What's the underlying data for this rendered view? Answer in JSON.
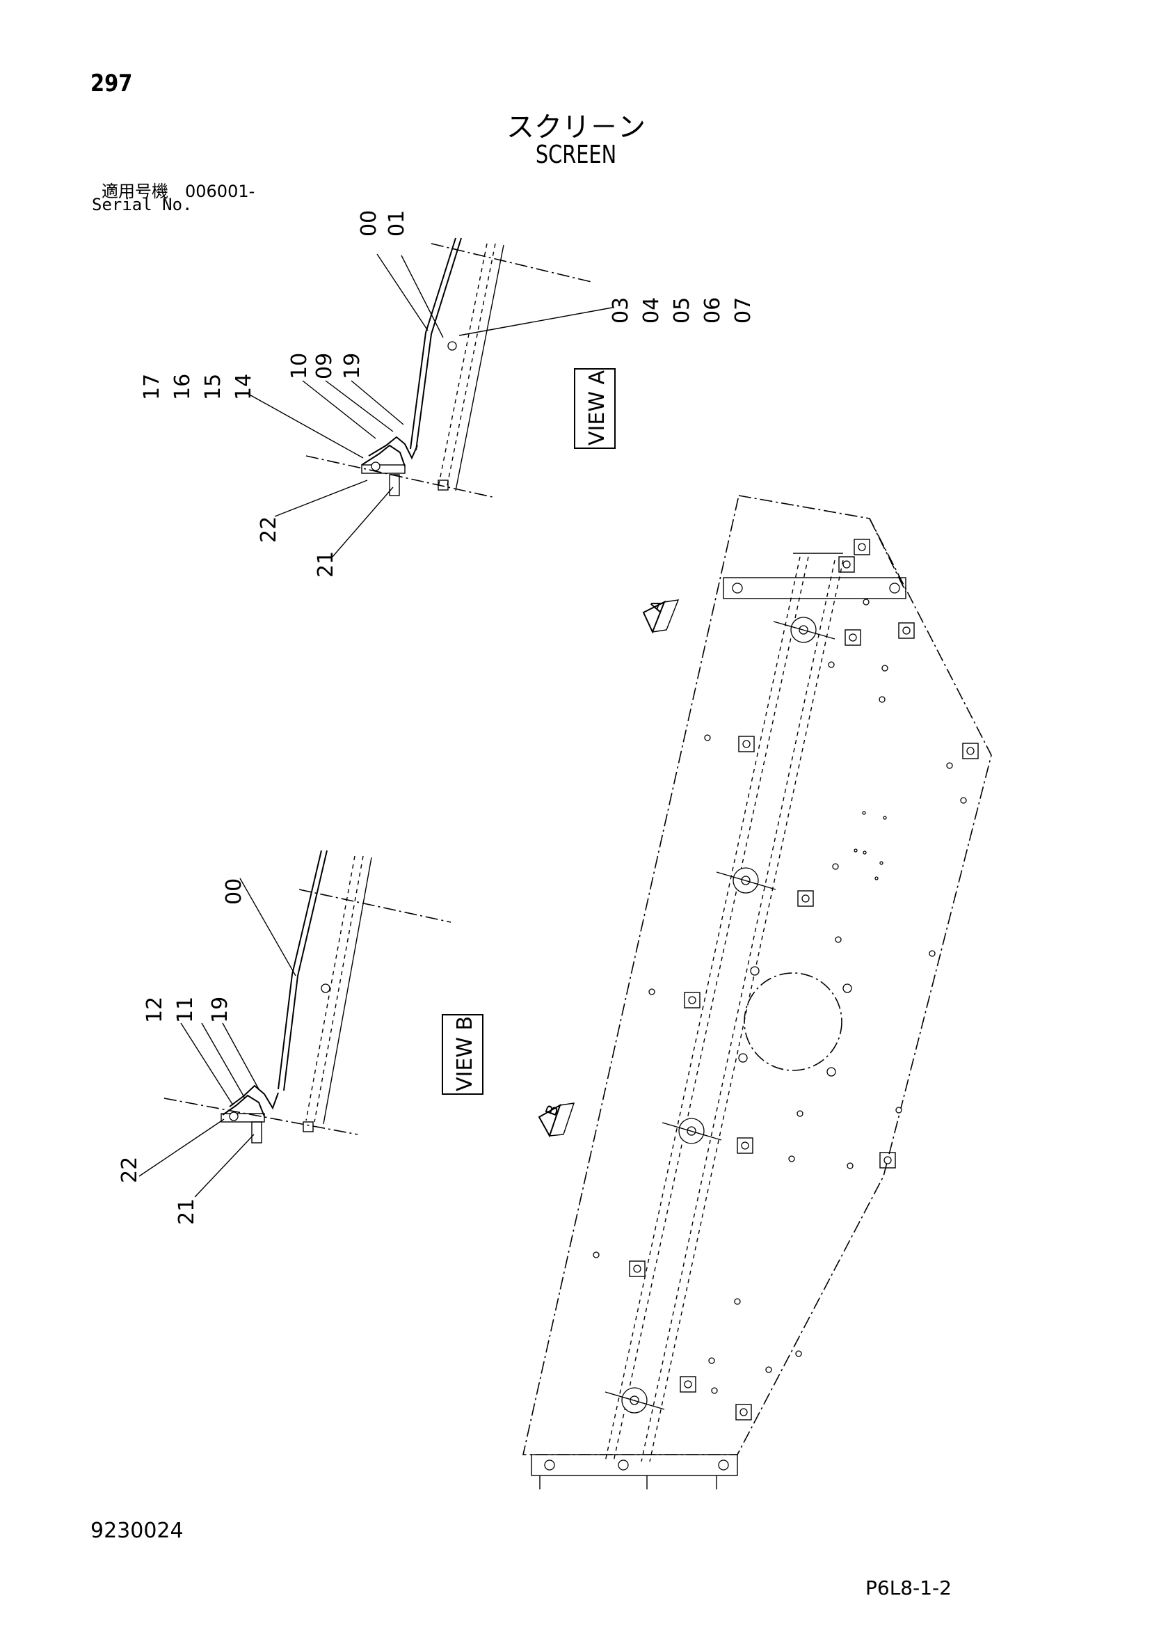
{
  "header": {
    "page_number": "297",
    "title_jp": "スクリ－ン",
    "title_en": "SCREEN",
    "serial_jp": "適用号機　006001-",
    "serial_en": "Serial No."
  },
  "footer": {
    "doc_number": "9230024",
    "page_code": "P6L8-1-2"
  },
  "view_a": {
    "box_label": "VIEW A",
    "callouts": {
      "c00": "00",
      "c01": "01",
      "c03": "03",
      "c04": "04",
      "c05": "05",
      "c06": "06",
      "c07": "07",
      "c10": "10",
      "c09": "09",
      "c19": "19",
      "c17": "17",
      "c16": "16",
      "c15": "15",
      "c14": "14",
      "c22": "22",
      "c21": "21"
    }
  },
  "view_b": {
    "box_label": "VIEW B",
    "callouts": {
      "c00": "00",
      "c12": "12",
      "c11": "11",
      "c19": "19",
      "c22": "22",
      "c21": "21"
    }
  },
  "main": {
    "arrow_a": "A",
    "arrow_b": "B"
  }
}
